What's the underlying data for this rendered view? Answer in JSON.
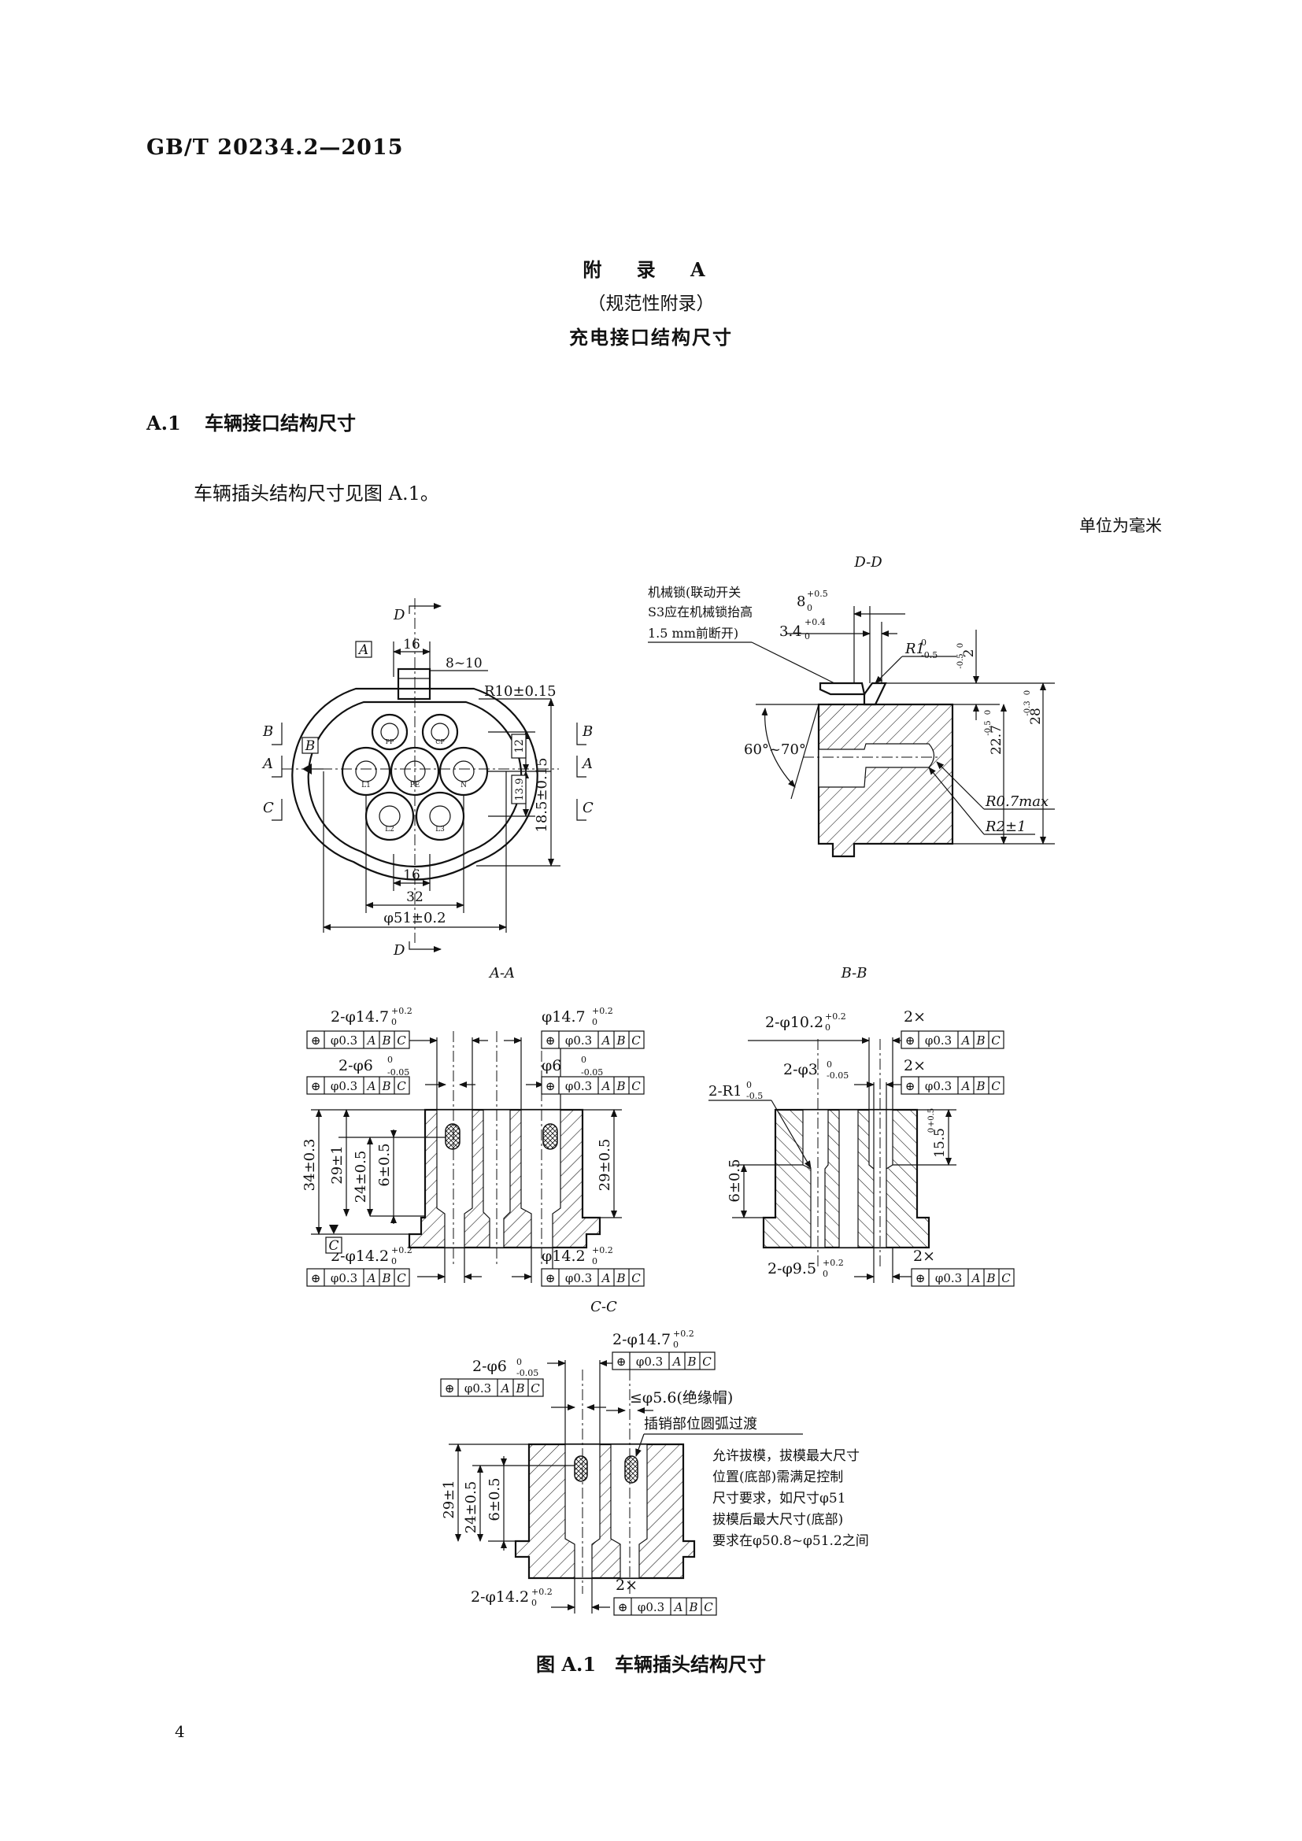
{
  "header": {
    "std": "GB/T 20234.2—2015"
  },
  "appendix": {
    "title": "附 录 A",
    "type": "（规范性附录）",
    "name": "充电接口结构尺寸"
  },
  "section": {
    "num": "A.1",
    "title": "车辆接口结构尺寸"
  },
  "body": {
    "para": "车辆插头结构尺寸见图 A.1。",
    "unit": "单位为毫米"
  },
  "figure": {
    "caption": "图 A.1　车辆插头结构尺寸",
    "view_labels": {
      "aa": "A-A",
      "bb": "B-B",
      "cc": "C-C",
      "dd": "D-D"
    },
    "front_view": {
      "dims": [
        "16",
        "8~10",
        "R10±0.15",
        "12",
        "13.9",
        "18.5±0.15",
        "16",
        "32",
        "φ51±0.2"
      ],
      "section_letters": [
        "D",
        "D",
        "B",
        "B",
        "A",
        "A",
        "C",
        "C"
      ],
      "datums": [
        "A",
        "B"
      ],
      "pins": [
        "PP",
        "CP",
        "L1",
        "PE",
        "N",
        "L2",
        "L3"
      ]
    },
    "dd_view": {
      "note_lines": [
        "机械锁(联动开关",
        "S3应在机械锁抬高",
        "1.5 mm前断开)"
      ],
      "dims": [
        "8",
        "+0.5",
        "0",
        "3.4",
        "+0.4",
        "0",
        "R1",
        "0",
        "-0.5",
        "2",
        "0",
        "-0.5",
        "22.7",
        "0",
        "-0.5",
        "28",
        "0",
        "-0.3",
        "60°~70°",
        "R0.7max",
        "R2±1"
      ]
    },
    "aa_view": {
      "callouts": [
        "2-φ14.7",
        "+0.2",
        "0",
        "φ14.7",
        "+0.2",
        "0",
        "2-φ6",
        "0",
        "-0.05",
        "φ6",
        "0",
        "-0.05",
        "2-φ14.2",
        "+0.2",
        "0",
        "φ14.2",
        "+0.2",
        "0"
      ],
      "dims": [
        "34±0.3",
        "29±1",
        "24±0.5",
        "6±0.5",
        "29±0.5"
      ],
      "datum": "C"
    },
    "bb_view": {
      "callouts": [
        "2-φ10.2",
        "+0.2",
        "0",
        "2×",
        "2-φ3",
        "0",
        "-0.05",
        "2×",
        "2-R1",
        "0",
        "-0.5",
        "2-φ9.5",
        "+0.2",
        "0",
        "2×"
      ],
      "dims": [
        "6±0.5",
        "15.5",
        "+0.5",
        "0"
      ]
    },
    "cc_view": {
      "callouts": [
        "2-φ14.7",
        "+0.2",
        "0",
        "2-φ6",
        "0",
        "-0.05",
        "≤φ5.6(绝缘帽)",
        "插销部位圆弧过渡",
        "2-φ14.2",
        "+0.2",
        "0",
        "2×"
      ],
      "dims": [
        "29±1",
        "24±0.5",
        "6±0.5"
      ],
      "note_lines": [
        "允许拔模，拔模最大尺寸",
        "位置(底部)需满足控制",
        "尺寸要求，如尺寸φ51",
        "拔模后最大尺寸(底部)",
        "要求在φ50.8~φ51.2之间"
      ]
    },
    "frame": {
      "sym": "⊕",
      "tol": "φ0.3",
      "a": "A",
      "b": "B",
      "c": "C"
    }
  },
  "page_number": "4"
}
